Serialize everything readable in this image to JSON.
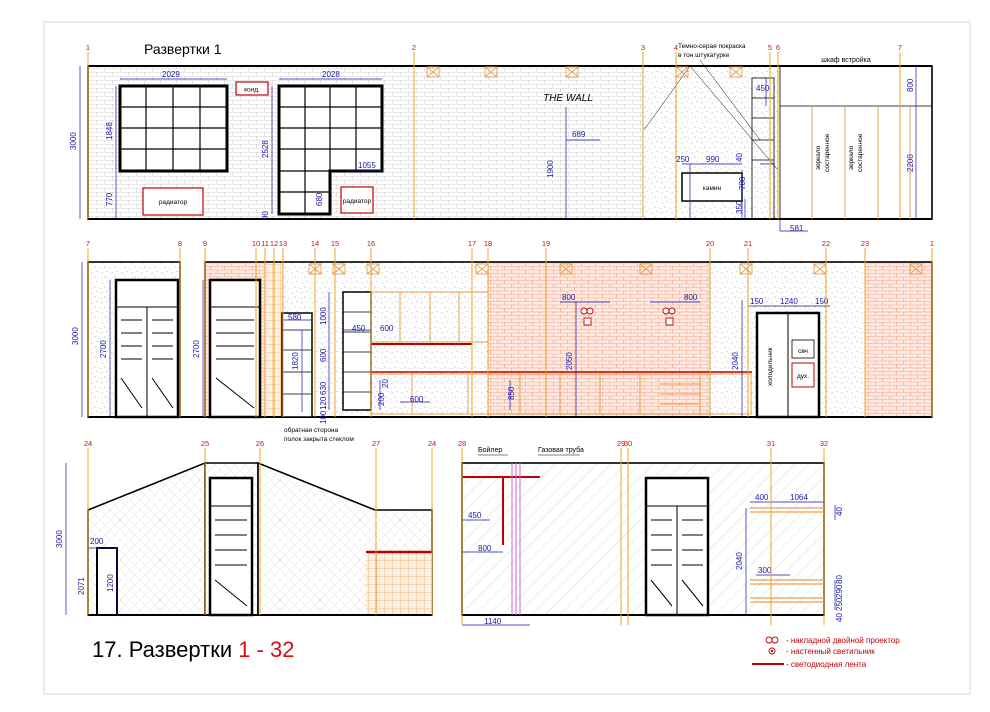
{
  "title": "Развертки 1",
  "sheet_title": {
    "prefix": "17. Развертки ",
    "range": "1 - 32"
  },
  "colors": {
    "axis": "#f0a020",
    "axis_label": "#d01010",
    "dim": "#1a1aa8",
    "wall": "#000000",
    "hatch": "#d0d0d0",
    "brick": "#f2a488",
    "led": "#c00000",
    "furniture": "#e8a050"
  },
  "legend": [
    {
      "icon": "double-projector-icon",
      "text": "- накладной двойной проектор"
    },
    {
      "icon": "wall-lamp-icon",
      "text": "- настенный светильник"
    },
    {
      "icon": "led-strip-icon",
      "text": "- светодиодная лента"
    }
  ],
  "elevation1": {
    "axes": [
      "1",
      "2",
      "3",
      "4",
      "5",
      "6",
      "7"
    ],
    "notes": {
      "paint": "Темно-серая покраска",
      "paint2": "в тон штукатурке",
      "wardrobe": "шкаф встройка",
      "conditioner": "конд.",
      "radiator": "радиатор",
      "fireplace": "камин",
      "mirror": "зеркало",
      "mirror2": "состаренное",
      "wall_art": "THE WALL"
    },
    "dims": {
      "height": "3000",
      "w1": "2029",
      "w2": "2028",
      "h1": "1848",
      "h2": "770",
      "h3": "2528",
      "h4": "90",
      "h5": "680",
      "w3": "1055",
      "d689": "689",
      "d1900": "1900",
      "d250": "250",
      "d990": "990",
      "d40": "40",
      "d780": "780",
      "d350": "350",
      "d450": "450",
      "d581": "581",
      "d800": "800",
      "d2200": "2200"
    }
  },
  "elevation2": {
    "axes": [
      "7",
      "8",
      "9",
      "10",
      "11",
      "12",
      "13",
      "14",
      "15",
      "16",
      "17",
      "18",
      "19",
      "20",
      "21",
      "22",
      "23",
      "1"
    ],
    "notes": {
      "shelf_back": "обратная сторона",
      "shelf_back2": "полок закрыта стеклом",
      "fridge": "холодильник",
      "microwave": "свч",
      "oven": "дух."
    },
    "dims": {
      "height": "3000",
      "d2700a": "2700",
      "d2700b": "2700",
      "d580": "580",
      "d1820": "1820",
      "d1000": "1000",
      "d450": "450",
      "d600": "600",
      "d600b": "600",
      "d630": "630",
      "d120": "120",
      "d100": "100",
      "d20": "20",
      "d200": "200",
      "d600c": "600",
      "d850": "850",
      "d800a": "800",
      "d800b": "800",
      "d2050": "2050",
      "d2040": "2040",
      "d150a": "150",
      "d1240": "1240",
      "d150b": "150"
    }
  },
  "elevation3": {
    "axes": [
      "24",
      "25",
      "26",
      "27",
      "24"
    ],
    "dims": {
      "height": "3000",
      "d200": "200",
      "d2071": "2071",
      "d1200": "1200"
    }
  },
  "elevation4": {
    "axes": [
      "28",
      "29",
      "30",
      "31",
      "32"
    ],
    "notes": {
      "boiler": "Бойлер",
      "gas": "Газовая труба"
    },
    "dims": {
      "d450": "450",
      "d800": "800",
      "d1140": "1140",
      "d400": "400",
      "d1064": "1064",
      "d40": "40",
      "d2040": "2040",
      "d300": "300",
      "d80": "80",
      "d290": "290",
      "d250": "250",
      "d40b": "40"
    }
  }
}
